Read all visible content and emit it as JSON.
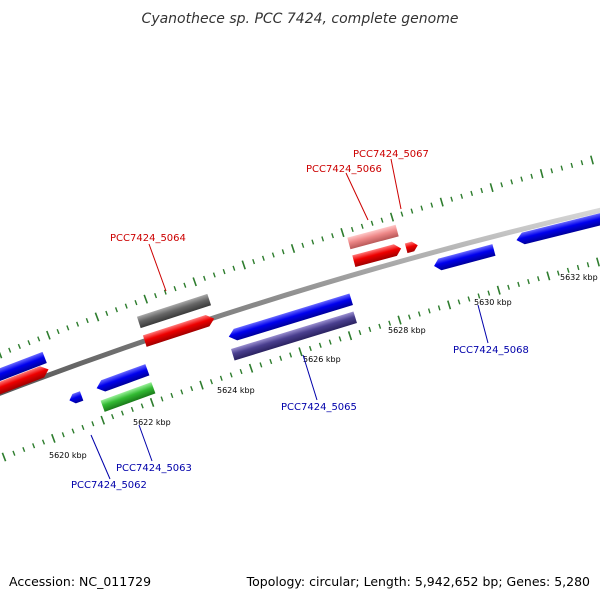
{
  "title": "Cyanothece sp. PCC 7424, complete genome",
  "footer": {
    "accession": "Accession: NC_011729",
    "summary": "Topology: circular; Length: 5,942,652 bp; Genes: 5,280"
  },
  "colors": {
    "backbone": "#808080",
    "tick": "#2e7d2e",
    "forward_label": "#cc0000",
    "reverse_label": "#0000aa"
  },
  "ticks": [
    {
      "label": "5620 kbp",
      "kbp": 5620
    },
    {
      "label": "5622 kbp",
      "kbp": 5622
    },
    {
      "label": "5624 kbp",
      "kbp": 5624
    },
    {
      "label": "5626 kbp",
      "kbp": 5626
    },
    {
      "label": "5628 kbp",
      "kbp": 5628
    },
    {
      "label": "5630 kbp",
      "kbp": 5630
    },
    {
      "label": "5632 kbp",
      "kbp": 5632
    }
  ],
  "labels": {
    "g5062": "PCC7424_5062",
    "g5063": "PCC7424_5063",
    "g5064": "PCC7424_5064",
    "g5065": "PCC7424_5065",
    "g5066": "PCC7424_5066",
    "g5067": "PCC7424_5067",
    "g5068": "PCC7424_5068"
  }
}
